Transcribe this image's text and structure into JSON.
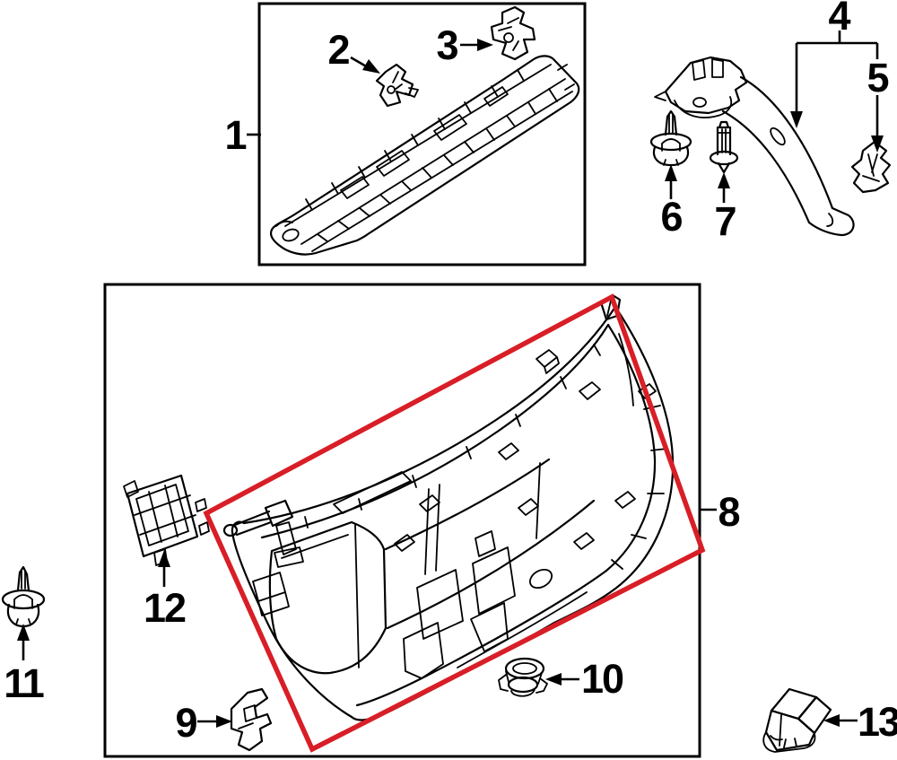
{
  "diagram": {
    "type": "exploded-parts-diagram",
    "background_color": "#ffffff",
    "line_color": "#000000",
    "highlight_color": "#d81e26",
    "highlighted_callout": "8",
    "callouts": [
      {
        "label": "1"
      },
      {
        "label": "2"
      },
      {
        "label": "3"
      },
      {
        "label": "4"
      },
      {
        "label": "5"
      },
      {
        "label": "6"
      },
      {
        "label": "7"
      },
      {
        "label": "8"
      },
      {
        "label": "9"
      },
      {
        "label": "10"
      },
      {
        "label": "11"
      },
      {
        "label": "12"
      },
      {
        "label": "13"
      }
    ]
  }
}
